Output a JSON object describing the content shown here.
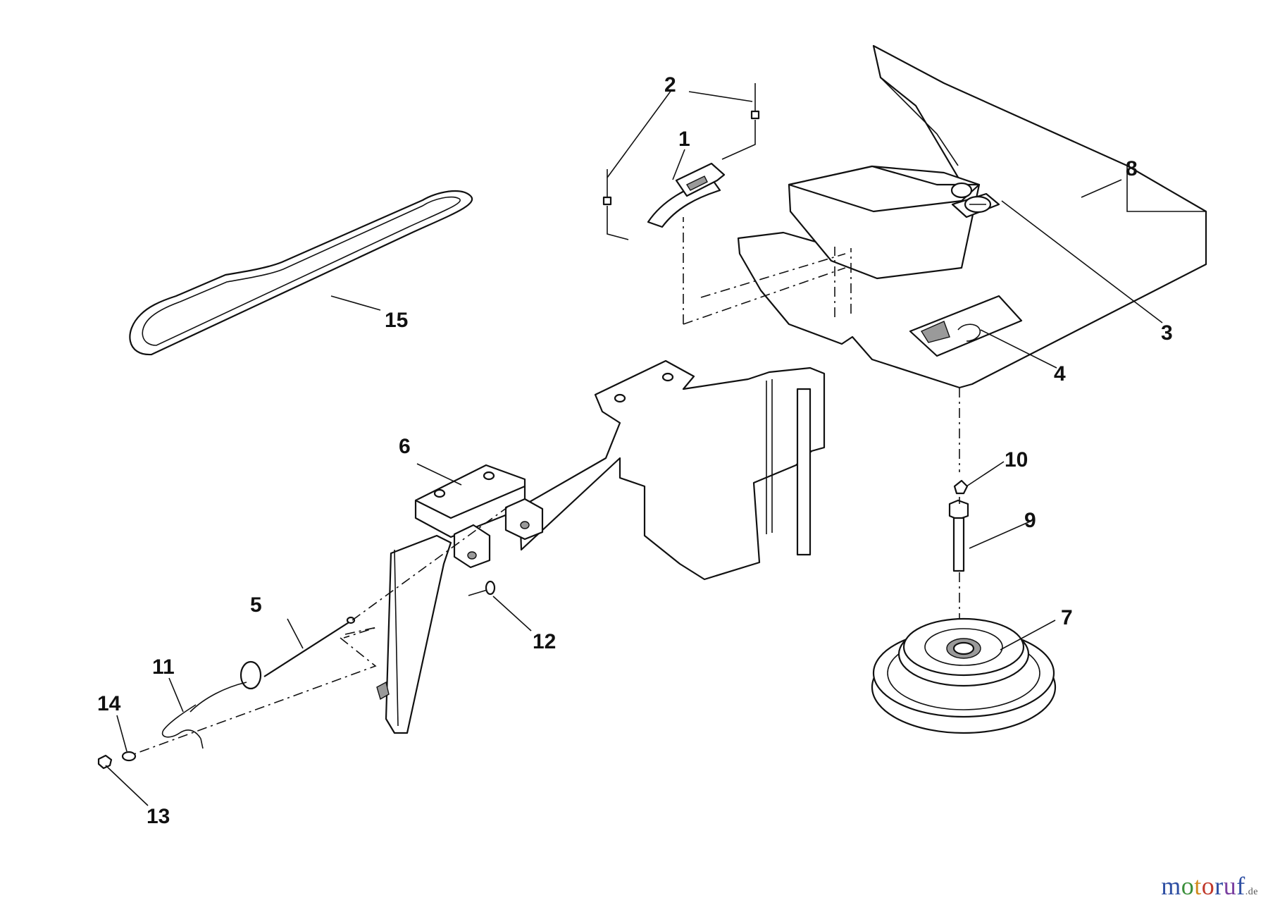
{
  "callouts": {
    "c1": "1",
    "c2": "2",
    "c3": "3",
    "c4": "4",
    "c5": "5",
    "c6": "6",
    "c7": "7",
    "c8": "8",
    "c9": "9",
    "c10": "10",
    "c11": "11",
    "c12": "12",
    "c13": "13",
    "c14": "14",
    "c15": "15"
  },
  "watermark": {
    "text": "motoruf",
    "suffix": ".de",
    "colors": [
      "#2e4fa3",
      "#3a8f3a",
      "#d18b1e",
      "#c0392b",
      "#2e4fa3",
      "#7a3fa0",
      "#2e4fa3"
    ]
  }
}
